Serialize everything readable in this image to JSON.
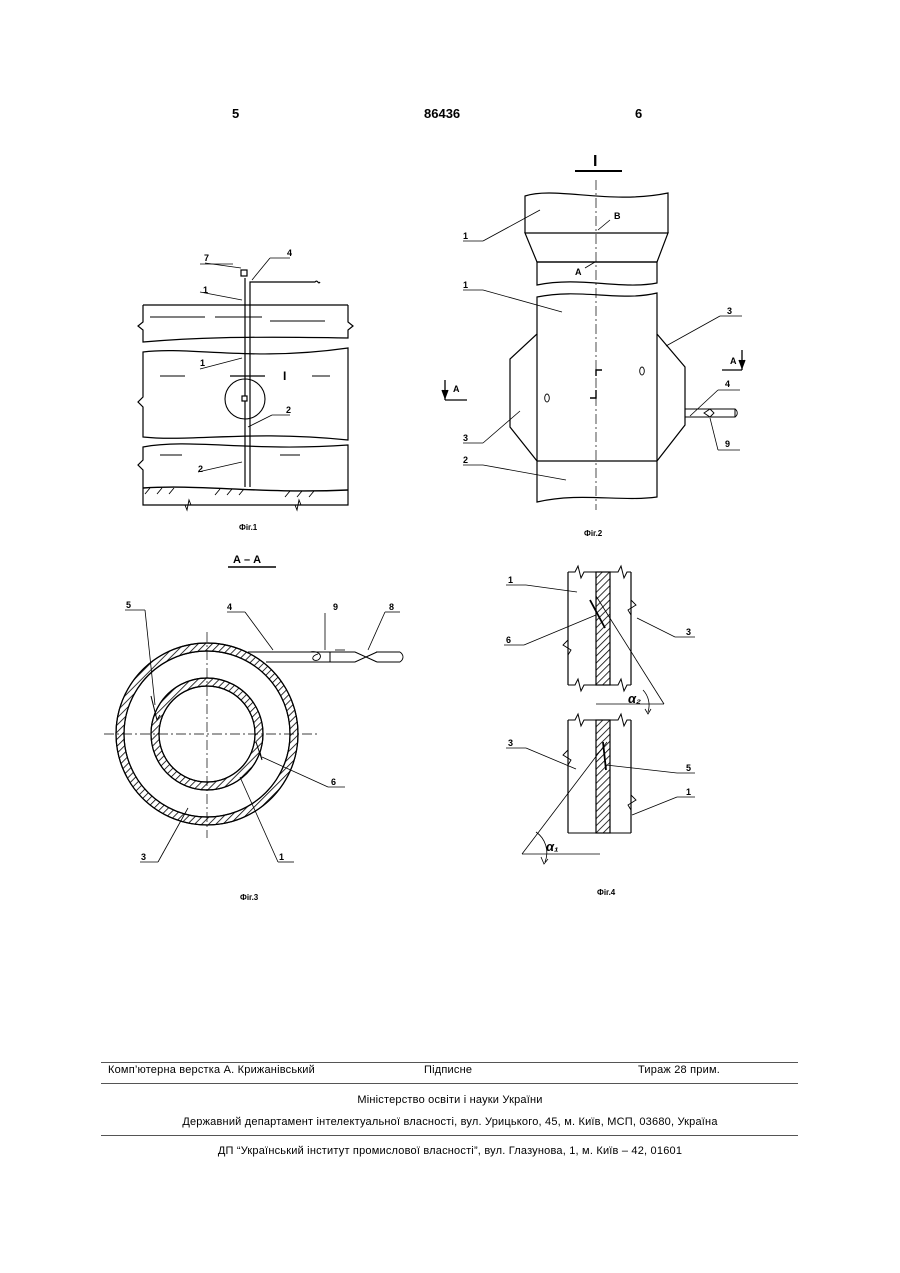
{
  "header": {
    "left_page": "5",
    "patent_number": "86436",
    "right_page": "6"
  },
  "figures": {
    "fig1": {
      "caption": "Фіг.1",
      "labels": {
        "l7": "7",
        "l4": "4",
        "l1a": "1",
        "l1b": "1",
        "lI": "I",
        "l2a": "2",
        "l2b": "2"
      }
    },
    "fig2": {
      "title": "I",
      "caption": "Фіг.2",
      "labels": {
        "l1a": "1",
        "lB": "В",
        "lA": "А",
        "l1b": "1",
        "l3a": "3",
        "lArrowR": "А",
        "lArrowL": "А",
        "l4": "4",
        "l3b": "3",
        "l9": "9",
        "l2": "2"
      }
    },
    "fig3": {
      "section": "А – А",
      "caption": "Фіг.3",
      "labels": {
        "l5": "5",
        "l4": "4",
        "l9": "9",
        "l8": "8",
        "l6": "6",
        "l3": "3",
        "l1": "1"
      }
    },
    "fig4": {
      "caption": "Фіг.4",
      "labels": {
        "l1a": "1",
        "l6": "6",
        "l3a": "3",
        "la2": "α₂",
        "l3b": "3",
        "l5": "5",
        "l1b": "1",
        "la1": "α₁"
      }
    }
  },
  "footer": {
    "layout": "Комп’ютерна верстка А. Крижанівський",
    "signed": "Підписне",
    "circulation": "Тираж 28 прим.",
    "ministry": "Міністерство освіти і науки України",
    "department": "Державний департамент інтелектуальної власності, вул. Урицького, 45, м. Київ, МСП, 03680, Україна",
    "institute": "ДП “Український інститут промислової власності”, вул. Глазунова, 1, м. Київ – 42, 01601"
  }
}
